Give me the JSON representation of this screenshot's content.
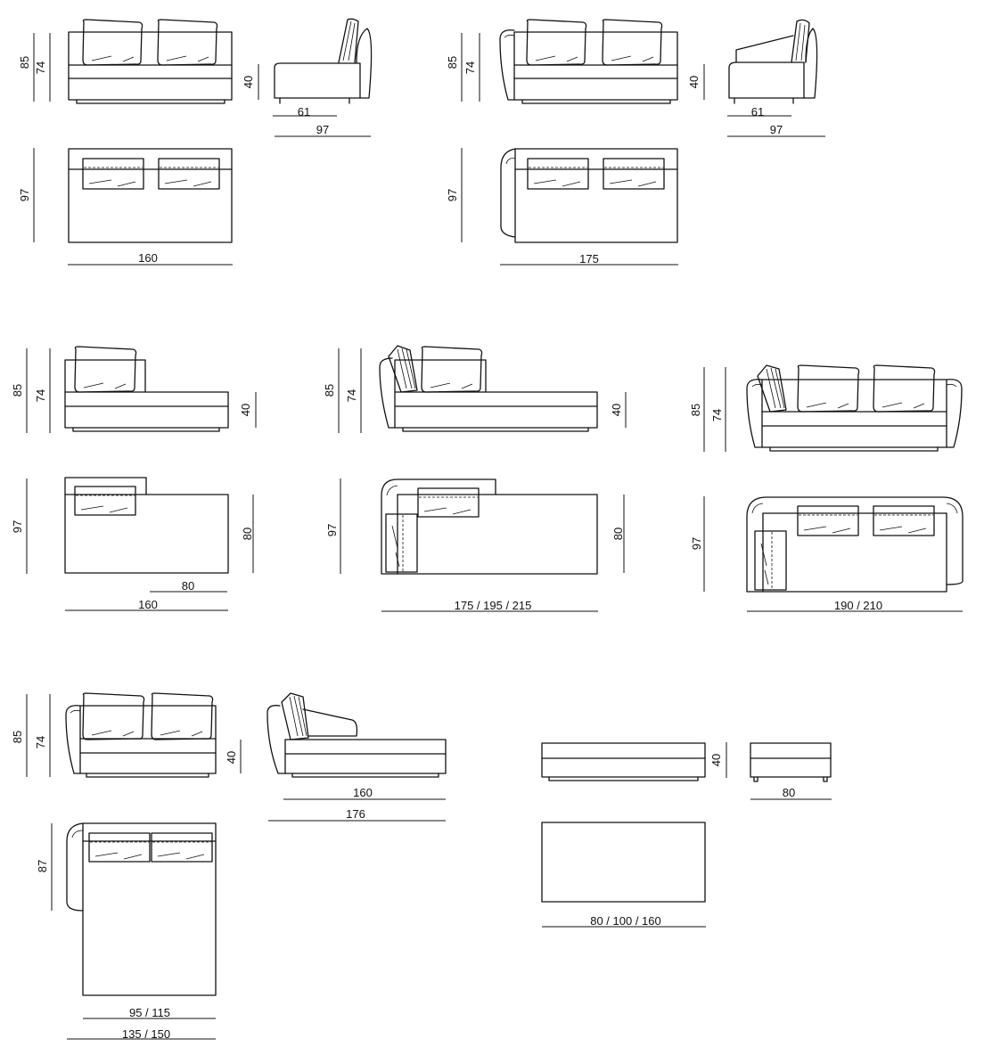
{
  "modules": {
    "a": {
      "h_total": "85",
      "h_back": "74",
      "h_seat": "40",
      "seat_depth": "61",
      "depth": "97",
      "plan_depth": "97",
      "width": "160"
    },
    "b": {
      "h_total": "85",
      "h_back": "74",
      "h_seat": "40",
      "seat_depth": "61",
      "depth": "97",
      "plan_depth": "97",
      "width": "175"
    },
    "c": {
      "h_total": "85",
      "h_back": "74",
      "h_seat": "40",
      "plan_depth": "97",
      "plan_depth_chaise": "80",
      "chaise_width": "80",
      "width": "160"
    },
    "d": {
      "h_total": "85",
      "h_back": "74",
      "h_seat": "40",
      "plan_depth": "97",
      "plan_depth_chaise": "80",
      "width": "175 / 195 / 215"
    },
    "e": {
      "h_total": "85",
      "h_back": "74",
      "plan_depth": "97",
      "width": "190 / 210"
    },
    "f": {
      "h_total": "85",
      "h_back": "74",
      "h_seat": "40",
      "side_seat": "160",
      "side_depth": "176",
      "plan_depth": "87",
      "width_inner": "95 / 115",
      "width": "135 / 150"
    },
    "g": {
      "h_seat": "40",
      "pouf_width": "80",
      "width": "80 / 100 / 160"
    }
  }
}
